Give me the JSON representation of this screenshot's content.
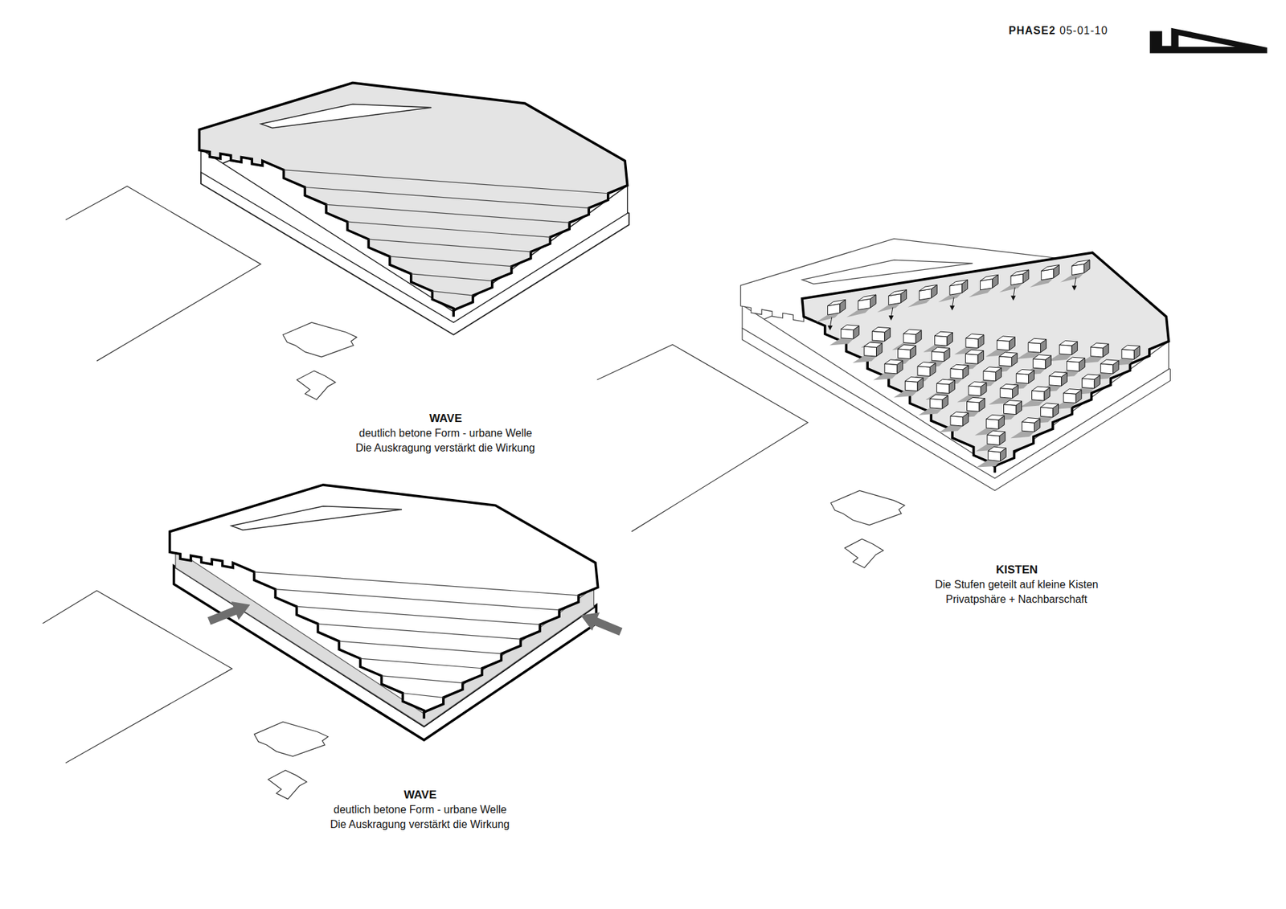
{
  "diagram": {
    "labels": [
      "PHASE2",
      "05-01-10",
      "WAVE",
      "deutlich betone Form - urbane Welle",
      "Die Auskragung verstärkt die Wirkung",
      "KISTEN",
      "Die Stufen geteilt auf kleine Kisten",
      "Privatpshäre + Nachbarschaft",
      "WAVE",
      "deutlich betone Form - urbane Welle",
      "Die Auskragung verstärkt die Wirkung"
    ]
  }
}
